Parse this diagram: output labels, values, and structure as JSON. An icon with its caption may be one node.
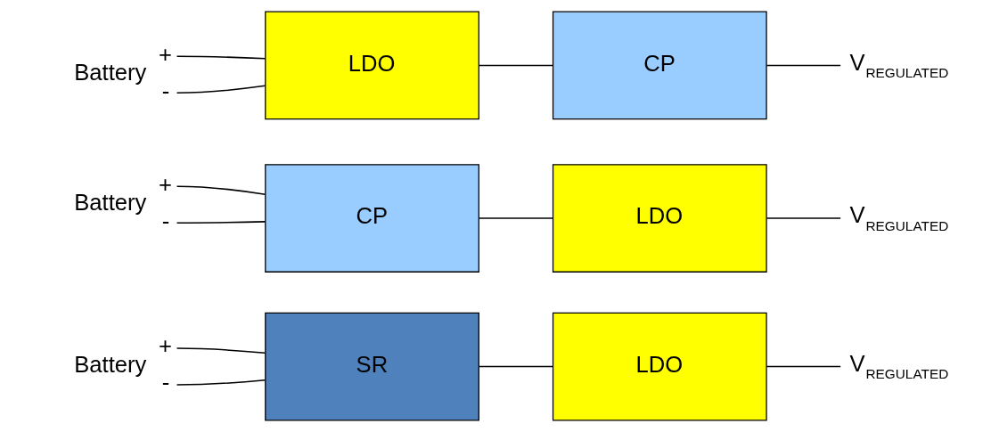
{
  "diagram": {
    "nodes": [
      {
        "text": [
          "Battery"
        ],
        "beside": [
          "+",
          "-"
        ]
      },
      {
        "text": [
          "SR"
        ]
      },
      {
        "text": [
          "LDO"
        ]
      },
      {
        "text": [
          "V$_{REGULATED}$"
        ]
      },
      {
        "text": [
          "Battery"
        ],
        "beside": [
          "+",
          "-"
        ]
      },
      {
        "text": [
          "CP"
        ]
      },
      {
        "text": [
          "LDO"
        ]
      },
      {
        "text": [
          "V$_{REGULATED}$"
        ]
      },
      {
        "text": [
          "Battery"
        ],
        "beside": [
          "+",
          "-"
        ]
      },
      {
        "text": [
          "LDO"
        ]
      },
      {
        "text": [
          "CP"
        ]
      },
      {
        "text": [
          "V$_{REGULATED}$"
        ]
      }
    ],
    "edges": [
      {
        "from": 0,
        "to": 1,
        "arrow": "none"
      },
      {
        "from": 0,
        "to": 1,
        "arrow": "none"
      },
      {
        "from": 1,
        "to": 2,
        "arrow": "none"
      },
      {
        "from": 2,
        "to": 3,
        "arrow": "none"
      },
      {
        "from": 4,
        "to": 5,
        "arrow": "none"
      },
      {
        "from": 4,
        "to": 5,
        "arrow": "none"
      },
      {
        "from": 5,
        "to": 6,
        "arrow": "none"
      },
      {
        "from": 6,
        "to": 7,
        "arrow": "none"
      },
      {
        "from": 8,
        "to": 9,
        "arrow": "none"
      },
      {
        "from": 8,
        "to": 9,
        "arrow": "none"
      },
      {
        "from": 9,
        "to": 10,
        "arrow": "none"
      },
      {
        "from": 10,
        "to": 11,
        "arrow": "none"
      }
    ]
  }
}
